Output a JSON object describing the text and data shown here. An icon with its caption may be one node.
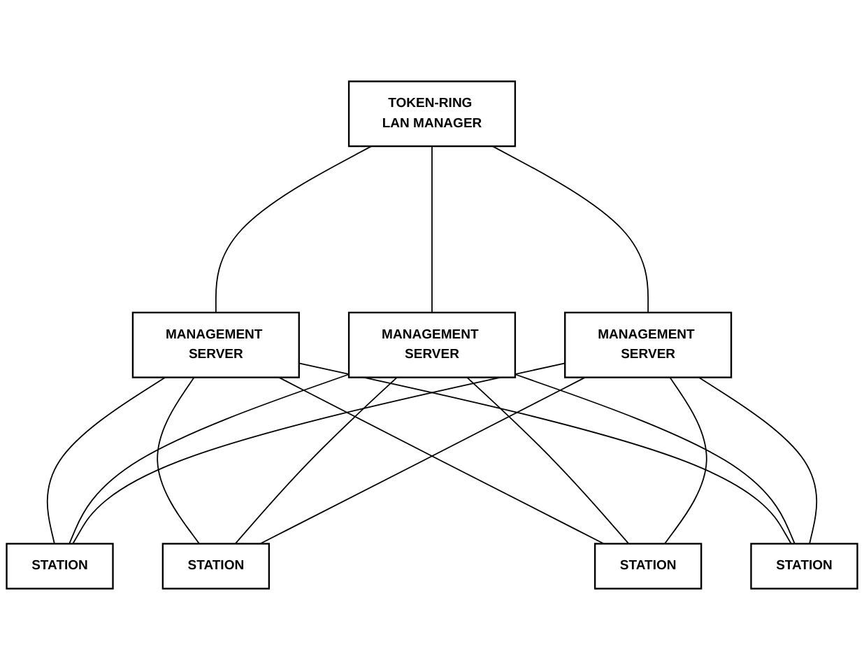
{
  "diagram": {
    "nodes": [
      {
        "text": [
          "TOKEN-RING LAN MANAGER"
        ]
      },
      {
        "text": [
          "MANAGEMENT SERVER"
        ]
      },
      {
        "text": [
          "MANAGEMENT SERVER"
        ]
      },
      {
        "text": [
          "MANAGEMENT SERVER"
        ]
      },
      {
        "text": [
          "STATION"
        ]
      },
      {
        "text": [
          "STATION"
        ]
      },
      {
        "text": [
          "STATION"
        ]
      },
      {
        "text": [
          "STATION"
        ]
      }
    ],
    "edges": [
      {
        "from": 0,
        "to": 1,
        "arrow": "none"
      },
      {
        "from": 0,
        "to": 2,
        "arrow": "none"
      },
      {
        "from": 0,
        "to": 3,
        "arrow": "none"
      },
      {
        "from": 1,
        "to": 4,
        "arrow": "none"
      },
      {
        "from": 1,
        "to": 5,
        "arrow": "none"
      },
      {
        "from": 1,
        "to": 6,
        "arrow": "none"
      },
      {
        "from": 1,
        "to": 7,
        "arrow": "none"
      },
      {
        "from": 2,
        "to": 4,
        "arrow": "none"
      },
      {
        "from": 2,
        "to": 5,
        "arrow": "none"
      },
      {
        "from": 2,
        "to": 6,
        "arrow": "none"
      },
      {
        "from": 2,
        "to": 7,
        "arrow": "none"
      },
      {
        "from": 3,
        "to": 4,
        "arrow": "none"
      },
      {
        "from": 3,
        "to": 5,
        "arrow": "none"
      },
      {
        "from": 3,
        "to": 6,
        "arrow": "none"
      },
      {
        "from": 3,
        "to": 7,
        "arrow": "none"
      }
    ]
  }
}
